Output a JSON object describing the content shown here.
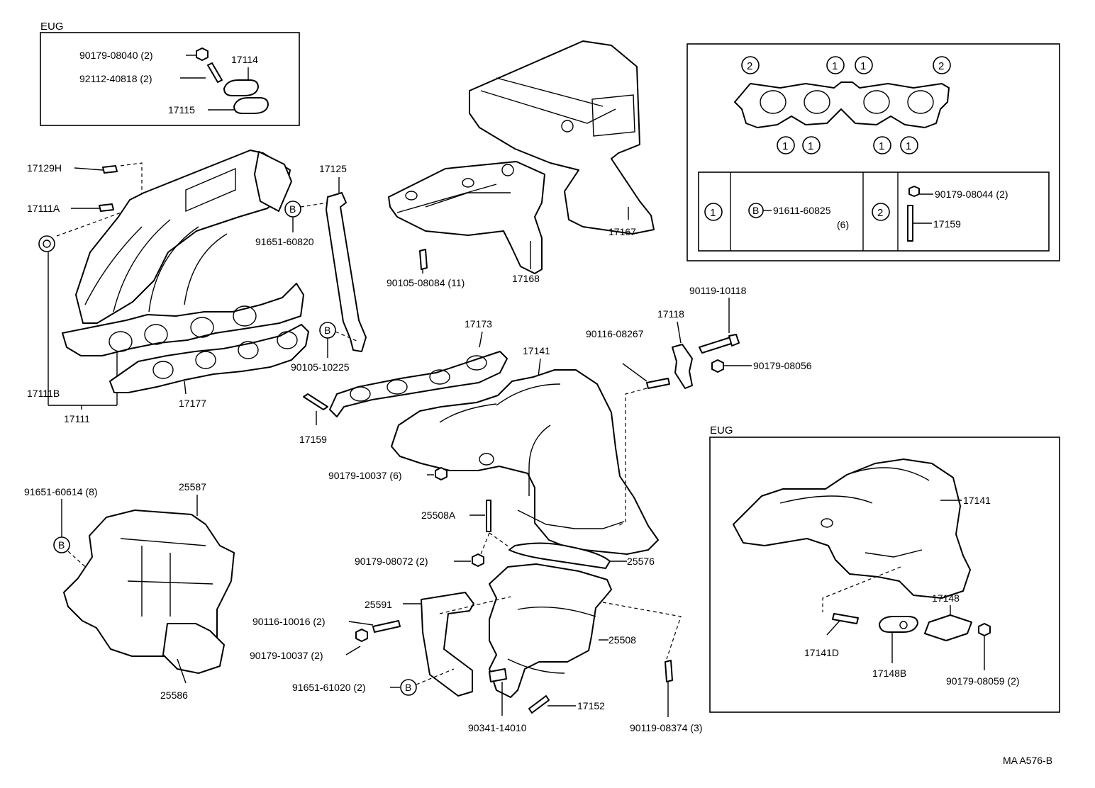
{
  "diagram": {
    "code": "MA A576-B",
    "box_tl": {
      "heading": "EUG",
      "labels": [
        "90179-08040 (2)",
        "92112-40818 (2)",
        "17114",
        "17115"
      ]
    },
    "box_tr": {
      "marks_top": [
        "2",
        "1",
        "1",
        "2"
      ],
      "marks_bottom": [
        "1",
        "1",
        "1",
        "1"
      ],
      "legend": {
        "row1_mark": "1",
        "row1_b": "B",
        "row1_part": "91611-60825",
        "row1_qty": "(6)",
        "row2_mark": "2",
        "row2_parts": [
          "90179-08044 (2)",
          "17159"
        ]
      }
    },
    "box_br": {
      "heading": "EUG",
      "labels": [
        "17141",
        "17148",
        "17141D",
        "17148B",
        "90179-08059 (2)"
      ]
    },
    "manifold": {
      "labels": [
        "17129H",
        "17111A",
        "17125",
        "91651-60820",
        "90105-10225",
        "17111B",
        "17111",
        "17177"
      ],
      "b_marks": [
        "B",
        "B"
      ]
    },
    "heat_insulator": {
      "labels": [
        "17167",
        "17168",
        "90105-08084 (11)"
      ]
    },
    "exhaust": {
      "labels": [
        "17173",
        "17141",
        "17159",
        "90179-10037 (6)",
        "17118",
        "90119-10118",
        "90116-08267",
        "90179-08056"
      ]
    },
    "converter": {
      "labels": [
        "25508A",
        "90179-08072 (2)",
        "25576",
        "25591",
        "90116-10016 (2)",
        "90179-10037 (2)",
        "25508",
        "91651-61020 (2)",
        "17152",
        "90341-14010",
        "90119-08374 (3)"
      ],
      "b_mark": "B"
    },
    "shield": {
      "labels": [
        "91651-60614 (8)",
        "25587",
        "25586"
      ],
      "b_mark": "B"
    }
  }
}
